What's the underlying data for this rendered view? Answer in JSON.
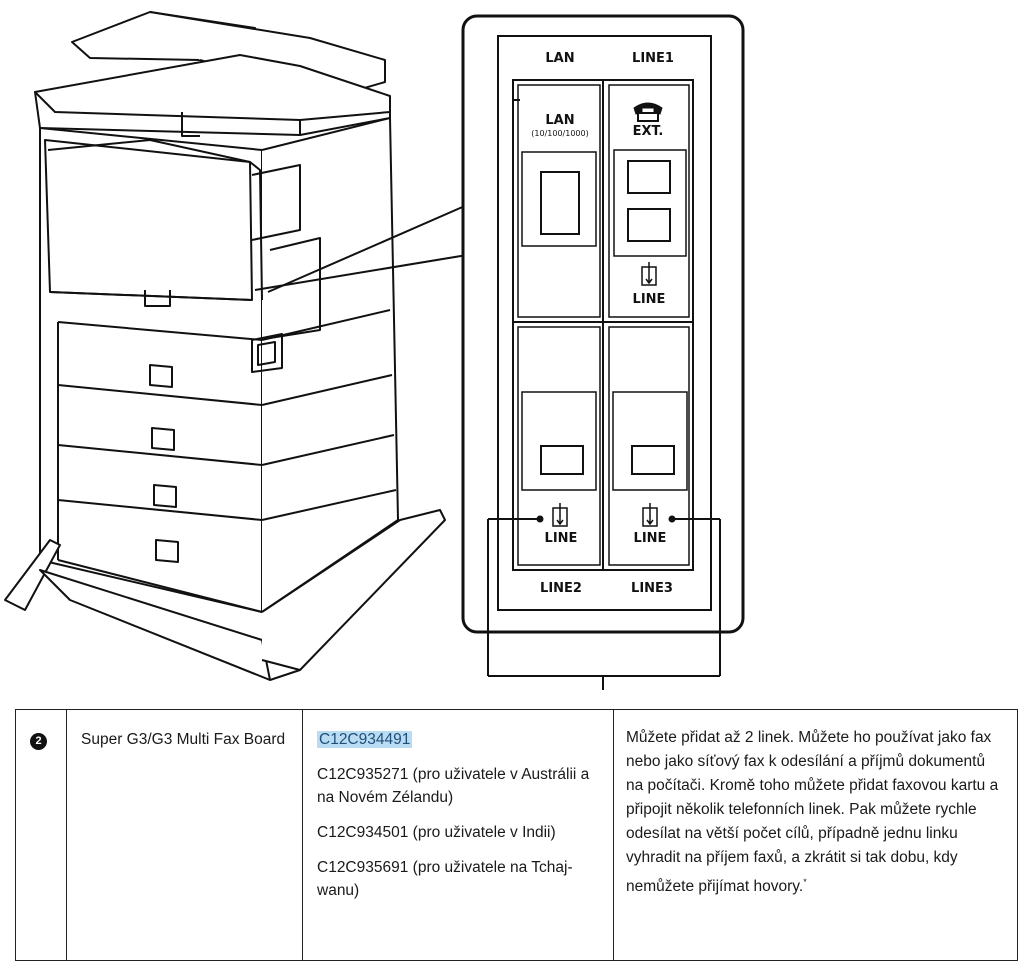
{
  "diagram": {
    "port_labels": {
      "lan_top": "LAN",
      "line1_top": "LINE1",
      "lan_inner": "LAN",
      "lan_speed": "(10/100/1000)",
      "ext": "EXT.",
      "line_port1": "LINE",
      "line_port2": "LINE",
      "line_port3": "LINE",
      "line2_bottom": "LINE2",
      "line3_bottom": "LINE3"
    },
    "icons": [
      "printer-illustration",
      "telephone-icon",
      "line-connector-icon"
    ]
  },
  "table": {
    "number": "2",
    "name": "Super G3/G3 Multi Fax Board",
    "codes": [
      "C12C934491",
      "C12C935271 (pro uživatele v Austrálii a na Novém Zélandu)",
      "C12C934501 (pro uživatele v Indii)",
      "C12C935691 (pro uživatele na Tchaj-wanu)"
    ],
    "description": "Můžete přidat až 2 linek. Můžete ho používat jako fax nebo jako síťový fax k odesílání a příjmů dokumentů na počítači. Kromě toho můžete přidat faxovou kartu a připojit několik telefonních linek. Pak můžete rychle odesílat na větší počet cílů, případně jednu linku vyhradit na příjem faxů, a zkrátit si tak dobu, kdy nemůžete přijímat hovory.",
    "footnote_mark": "*"
  }
}
